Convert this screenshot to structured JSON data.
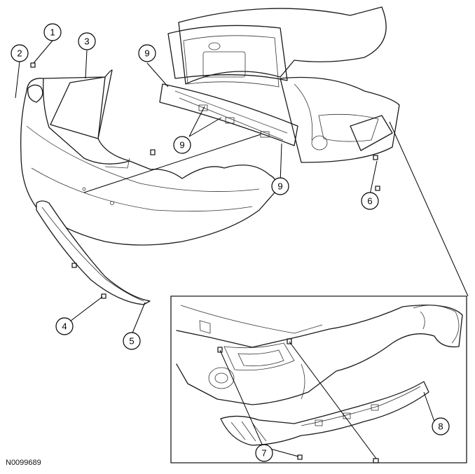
{
  "figure_id": "N0099689",
  "callouts": [
    "1",
    "2",
    "3",
    "4",
    "5",
    "6",
    "7",
    "8",
    "9",
    "9",
    "9"
  ]
}
